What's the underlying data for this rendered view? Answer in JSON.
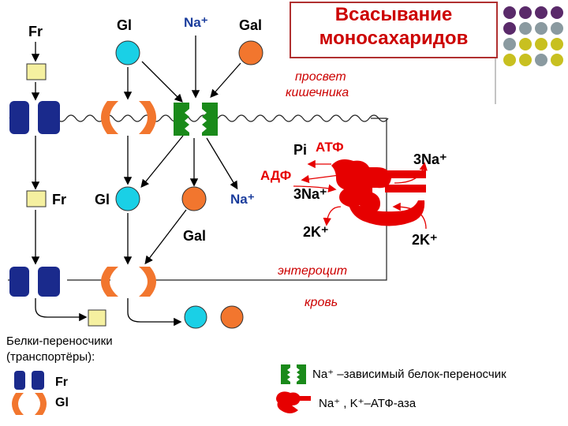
{
  "title": {
    "line1": "Всасывание",
    "line2": "моносахаридов"
  },
  "labels": {
    "fr_top": "Fr",
    "gl_top": "Gl",
    "na_top": "Na⁺",
    "gal_top": "Gal",
    "lumen": [
      "просвет",
      "кишечника"
    ],
    "fr_mid": "Fr",
    "gl_mid": "Gl",
    "na_mid": "Na⁺",
    "gal_mid": "Gal",
    "pi": "Pi",
    "atp": "АТФ",
    "adp": "АДФ",
    "na3_in": "3Na⁺",
    "na3_out": "3Na⁺",
    "k2_in": "2K⁺",
    "k2_out": "2K⁺",
    "enterocyte": "энтероцит",
    "blood": "кровь"
  },
  "legend": {
    "title": [
      "Белки-переносчики",
      "(транспортёры):"
    ],
    "fr": "Fr",
    "gl": "Gl",
    "na_dep": "Na⁺ –зависимый белок-переносчик",
    "atpase": "Na⁺ , K⁺–АТФ-аза"
  },
  "colors": {
    "fructose": "#f5f0a0",
    "glucose": "#1ad0e6",
    "galactose": "#f2762e",
    "fr_transporter": "#1a2a8c",
    "gl_transporter": "#f2762e",
    "na_transporter": "#1a8a1a",
    "atpase": "#e60000",
    "title": "#cc0000"
  },
  "deco_dots": [
    [
      "#5a2a6a",
      "#5a2a6a",
      "#5a2a6a",
      "#5a2a6a"
    ],
    [
      "#5a2a6a",
      "#8a9aa0",
      "#8a9aa0",
      "#8a9aa0"
    ],
    [
      "#8a9aa0",
      "#c8c020",
      "#c8c020",
      "#c8c020"
    ],
    [
      "#c8c020",
      "#c8c020",
      "#8a9aa0",
      "#c8c020"
    ]
  ]
}
